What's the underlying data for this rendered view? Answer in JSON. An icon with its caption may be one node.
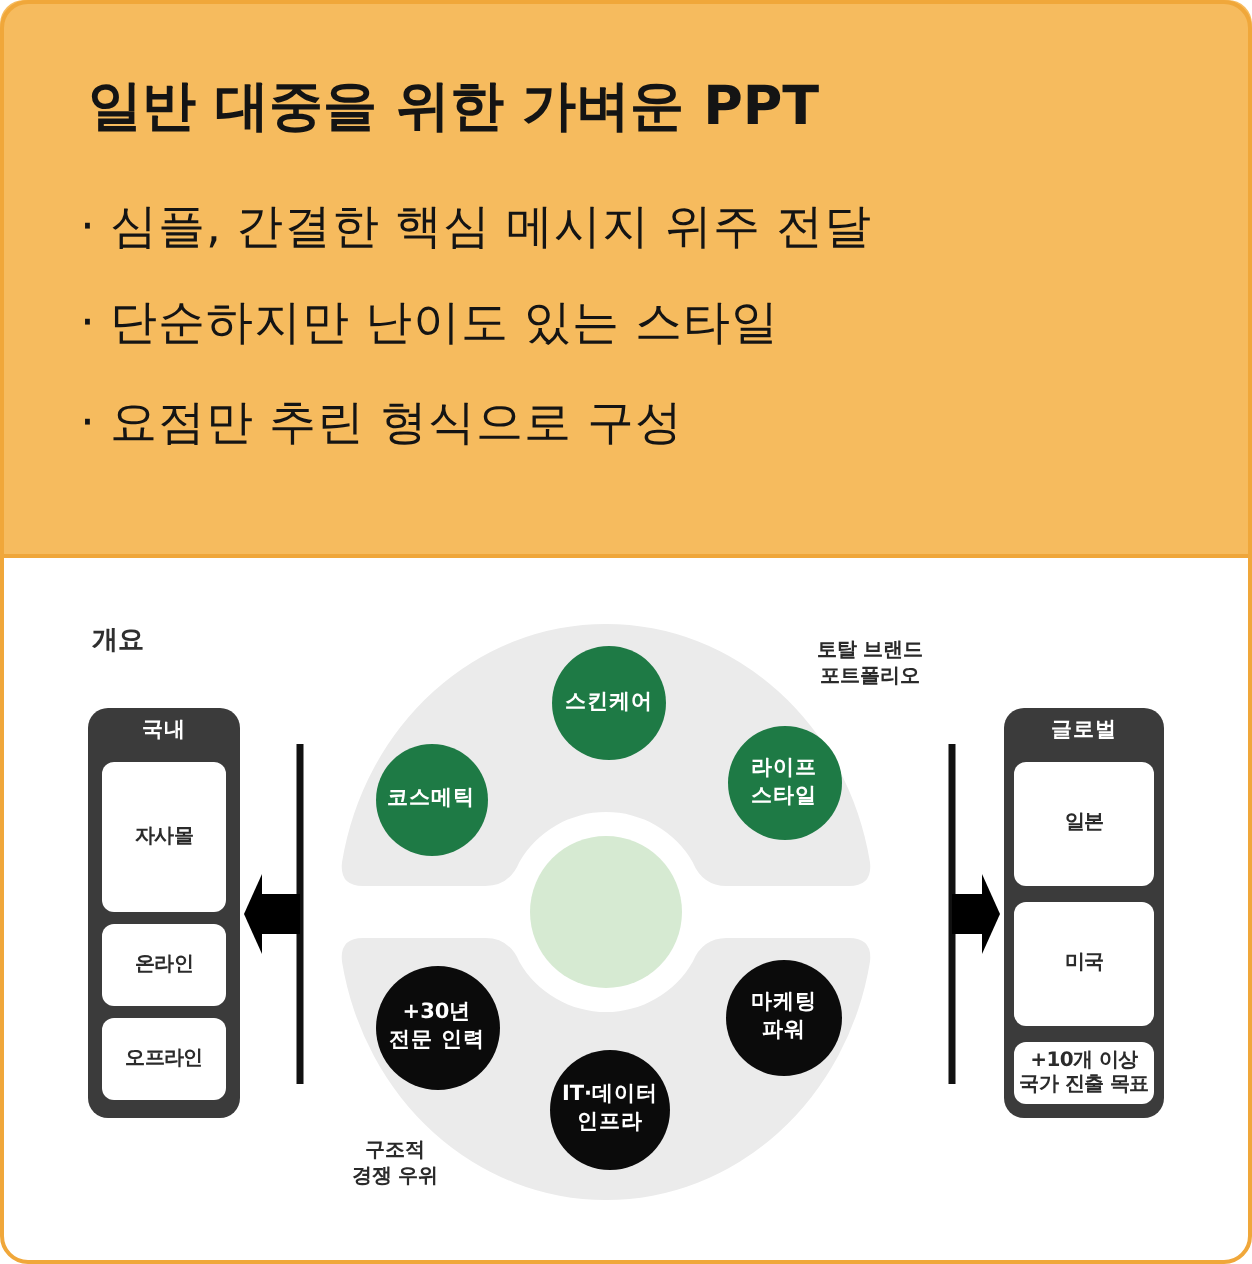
{
  "diagram": {
    "nodes": [
      {
        "text": [
          "일반 대중을 위한 가벼운 PPT",
          "· 심플, 간결한 핵심 메시지 위주 전달",
          "· 단순하지만 난이도 있는 스타일",
          "· 요점만 추린 형식으로 구성"
        ]
      },
      {
        "text": [
          "국내"
        ]
      },
      {
        "text": [
          "자사몰"
        ],
        "in": 1
      },
      {
        "text": [
          "온라인"
        ],
        "in": 1
      },
      {
        "text": [
          "오프라인"
        ],
        "in": 1
      },
      {
        "text": [
          "토탈 브랜드 포트폴리오"
        ]
      },
      {
        "text": [
          "스킨케어"
        ],
        "in": 5
      },
      {
        "text": [
          "코스메틱"
        ],
        "in": 5
      },
      {
        "text": [
          "라이프 스타일"
        ],
        "in": 5
      },
      {
        "text": [],
        "shape": "circle"
      },
      {
        "text": [
          "구조적 경쟁 우위"
        ]
      },
      {
        "text": [
          "+30년 전문 인력"
        ],
        "in": 10
      },
      {
        "text": [
          "IT·데이터 인프라"
        ],
        "in": 10
      },
      {
        "text": [
          "마케팅 파워"
        ],
        "in": 10
      },
      {
        "text": [
          "글로벌"
        ]
      },
      {
        "text": [
          "일본"
        ],
        "in": 14
      },
      {
        "text": [
          "미국"
        ],
        "in": 14
      },
      {
        "text": [
          "+10개 이상 국가 진출 목표"
        ],
        "in": 14
      }
    ],
    "edges": [
      {
        "from": null,
        "to": 1,
        "arrow": "to"
      },
      {
        "from": null,
        "to": 14,
        "arrow": "to"
      }
    ],
    "labels": [
      "개요"
    ]
  }
}
